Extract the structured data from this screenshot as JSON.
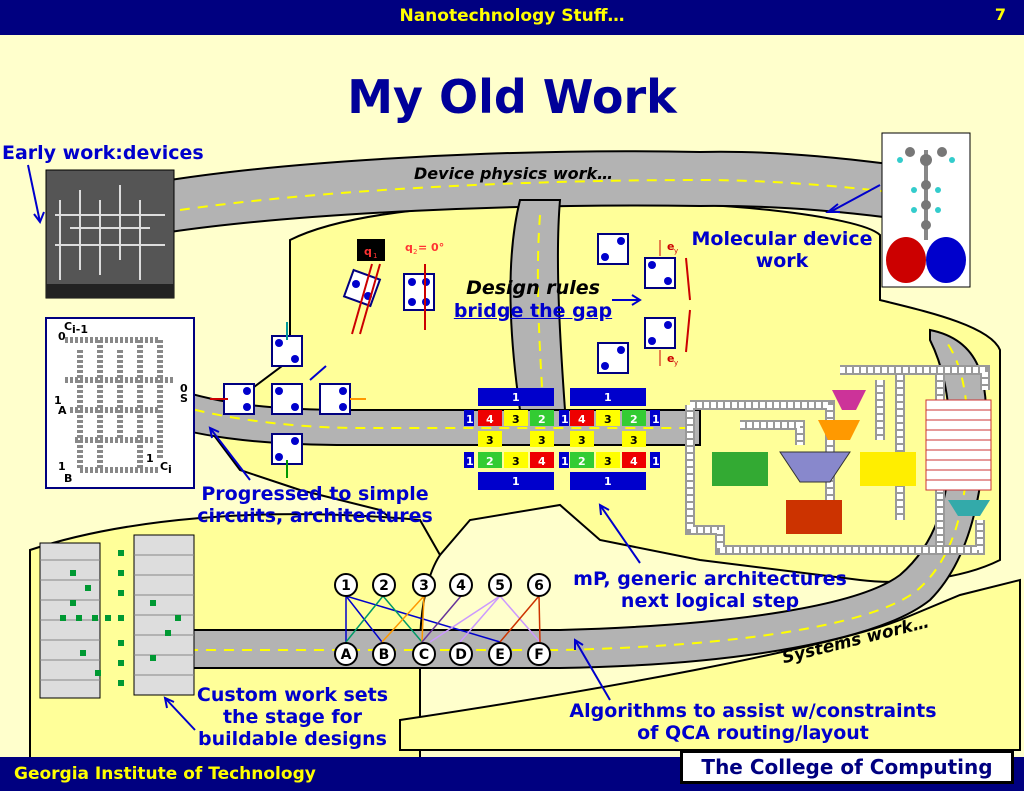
{
  "header": {
    "title": "Nanotechnology Stuff…",
    "slide_number": "7"
  },
  "slide_title": "My Old Work",
  "labels": {
    "early_work": "Early work:devices",
    "device_physics": "Device physics work…",
    "molecular_line1": "Molecular device",
    "molecular_line2": "work",
    "design_rules_line1": "Design rules",
    "design_rules_line2": "bridge the gap",
    "progressed_line1": "Progressed to simple",
    "progressed_line2": "circuits, architectures",
    "mp_line1": "mP, generic architectures",
    "mp_line2": "next logical step",
    "systems_work": "Systems work…",
    "custom_line1": "Custom work sets",
    "custom_line2": "the stage for",
    "custom_line3": "buildable designs",
    "algorithms_line1": "Algorithms to assist w/constraints",
    "algorithms_line2": "of QCA routing/layout"
  },
  "qca_rule": {
    "q1": "q",
    "q1_sub": "1",
    "q2": "q",
    "q2_sub": "2",
    "q2_value": " = 0°",
    "ey": "e",
    "ey_sub": "y"
  },
  "adder_circuit": {
    "c_in": "C",
    "c_in_sub": "i-1",
    "a": "A",
    "b": "B",
    "s": "S",
    "c_out": "C",
    "c_out_sub": "i",
    "zero_top": "0",
    "one_a": "1",
    "one_b": "1",
    "zero_s": "0",
    "one_c": "1"
  },
  "pipeline": {
    "blocks": [
      "1",
      "1"
    ],
    "row1": [
      "4",
      "3",
      "2"
    ],
    "mid": "3",
    "row2": [
      "2",
      "3",
      "4"
    ],
    "side": "1"
  },
  "graph": {
    "top_nodes": [
      "1",
      "2",
      "3",
      "4",
      "5",
      "6"
    ],
    "bottom_nodes": [
      "A",
      "B",
      "C",
      "D",
      "E",
      "F"
    ]
  },
  "footer": {
    "left": "Georgia Institute of Technology",
    "right": "The College of Computing"
  },
  "colors": {
    "bar": "#000080",
    "bar_text": "#ffff00",
    "label": "#0000cc",
    "background": "#ffffcc",
    "road": "#b3b3b3"
  }
}
